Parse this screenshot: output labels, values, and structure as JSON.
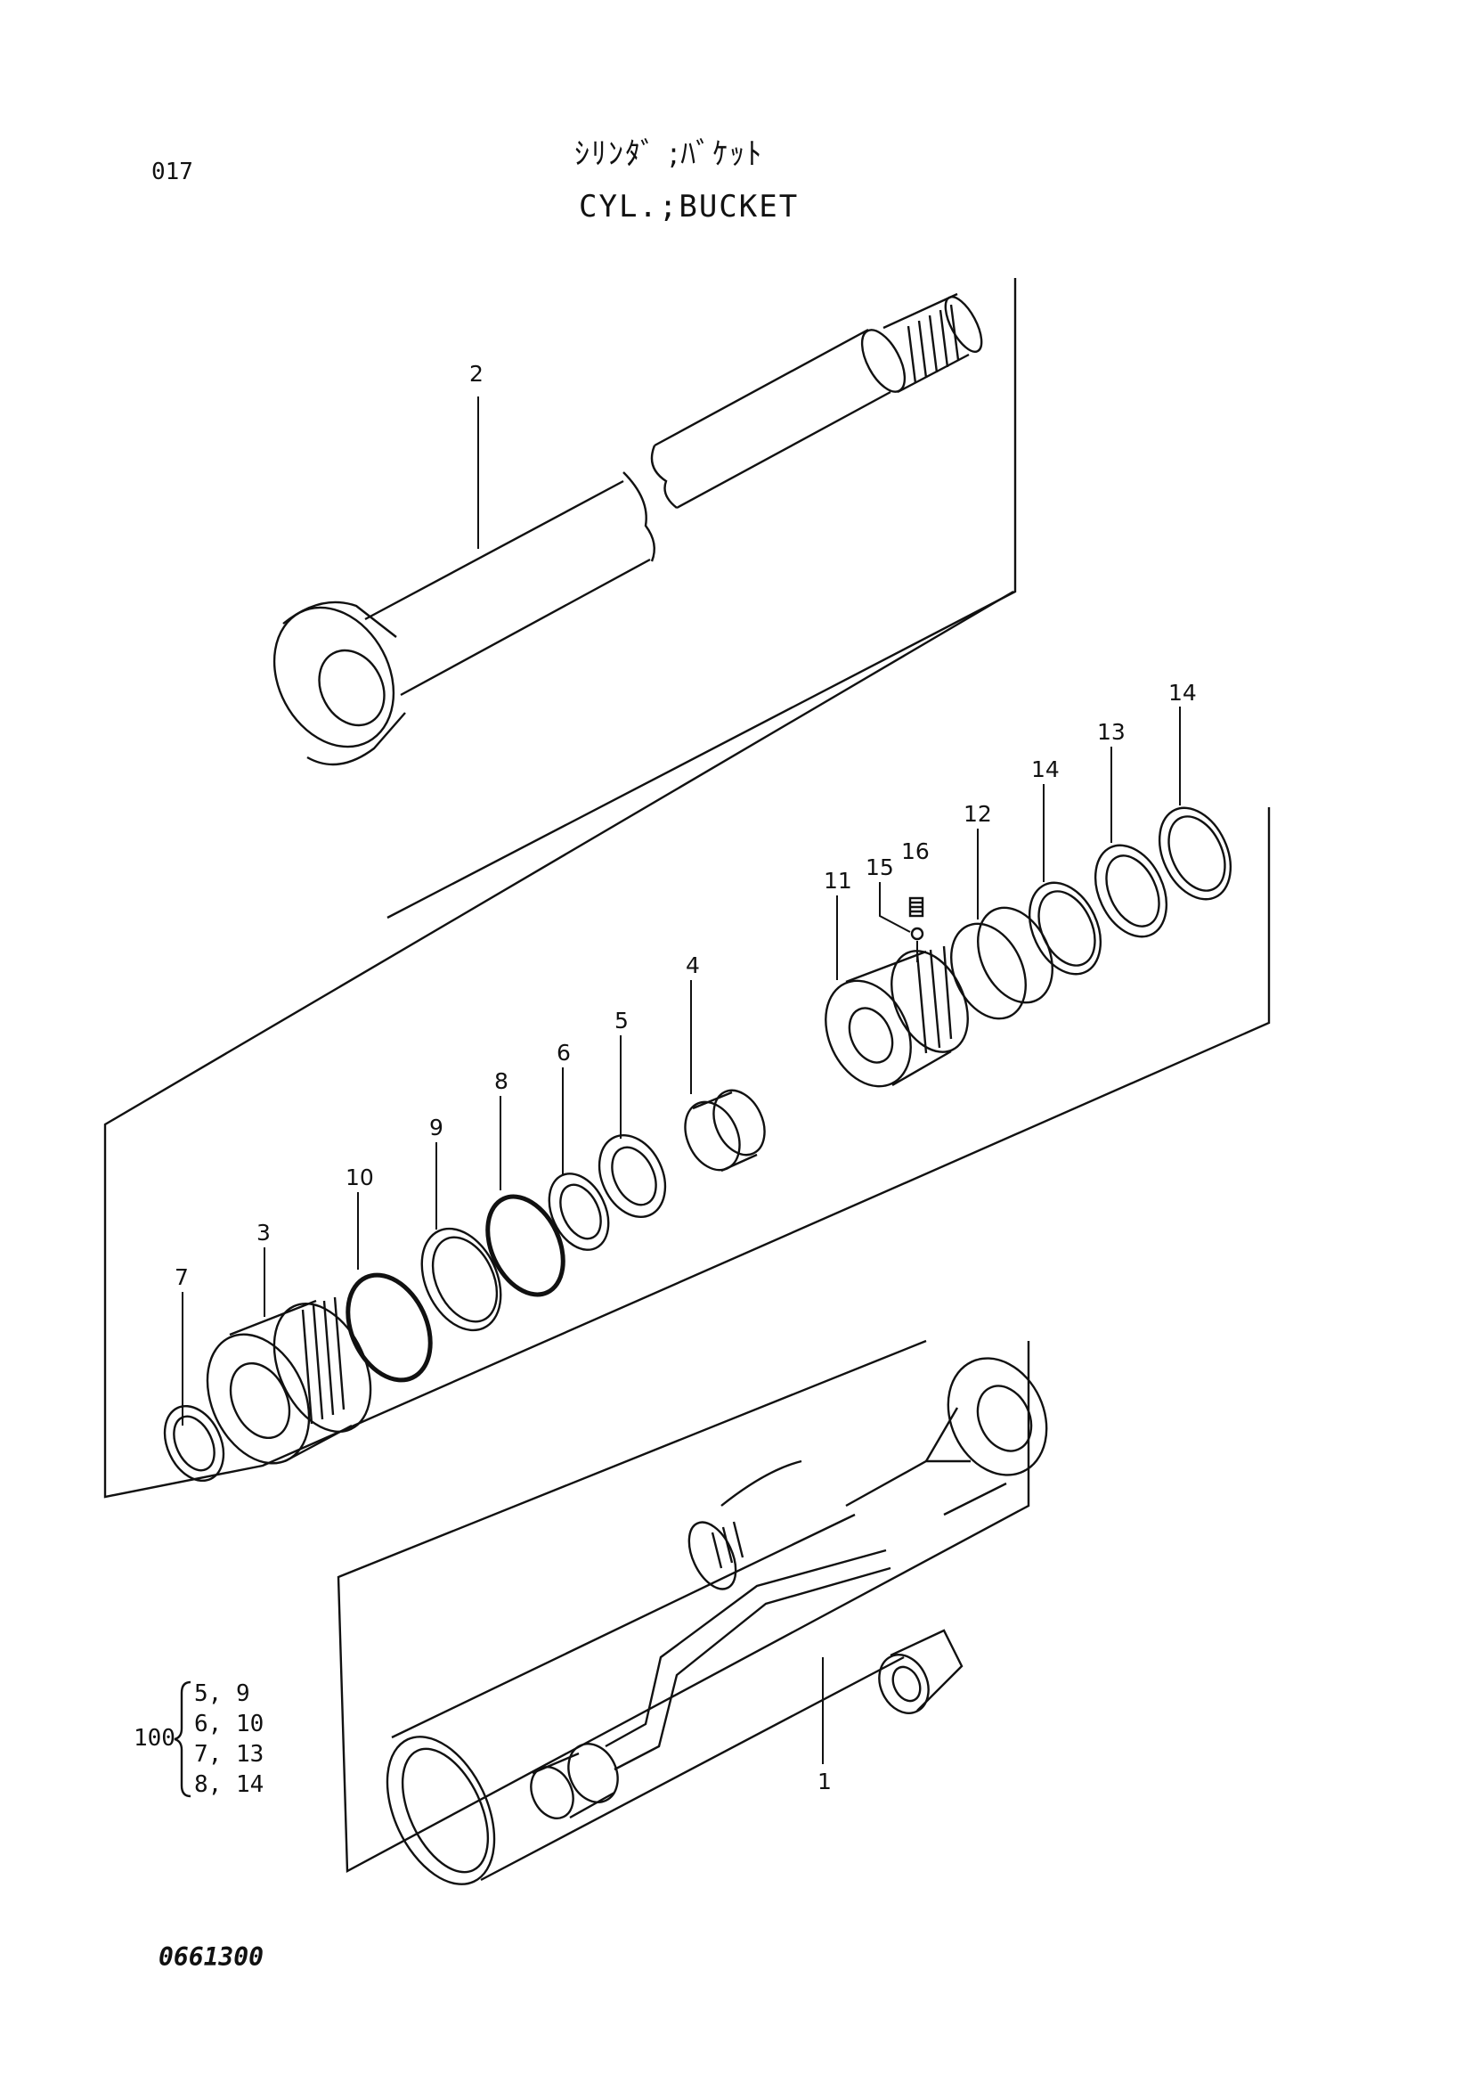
{
  "page_number": "017",
  "title_jp": "ｼﾘﾝﾀﾞ ;ﾊﾞｹｯﾄ",
  "title_en": "CYL.;BUCKET",
  "drawing_code": "0661300",
  "seal_kit": {
    "label": "100",
    "rows": [
      "5, 9",
      "6, 10",
      "7, 13",
      "8, 14"
    ]
  },
  "part_labels": {
    "p1": "1",
    "p2": "2",
    "p3": "3",
    "p4": "4",
    "p5": "5",
    "p6": "6",
    "p7": "7",
    "p8": "8",
    "p9": "9",
    "p10": "10",
    "p11": "11",
    "p12": "12",
    "p13": "13",
    "p14a": "14",
    "p14b": "14",
    "p15": "15",
    "p16": "16"
  }
}
